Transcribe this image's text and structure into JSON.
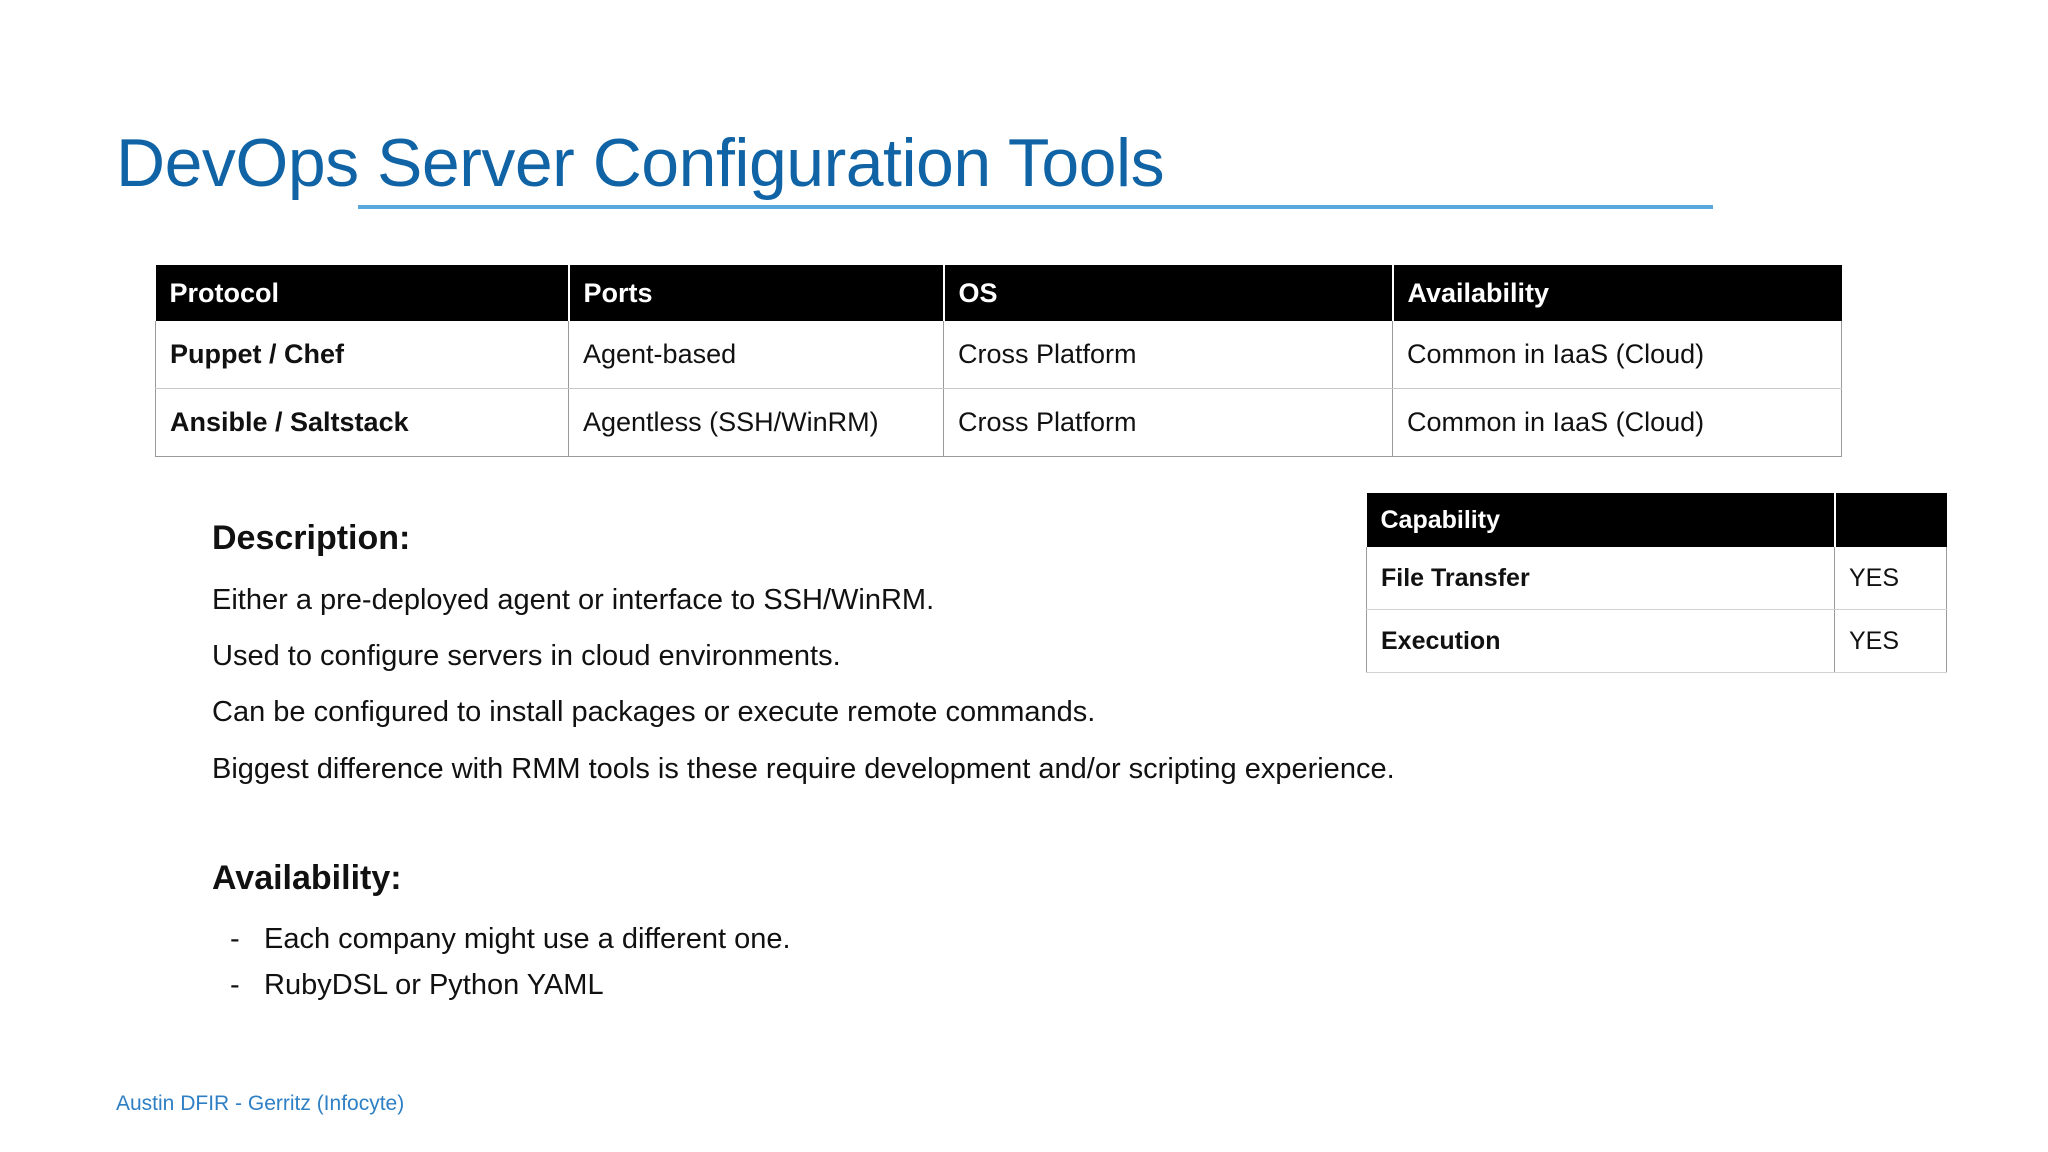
{
  "slide": {
    "title": "DevOps Server Configuration Tools",
    "accent_color": "#1063A4",
    "rule_color": "#5BA9DC",
    "footer": "Austin DFIR - Gerritz (Infocyte)"
  },
  "main_table": {
    "headers": [
      "Protocol",
      "Ports",
      "OS",
      "Availability"
    ],
    "rows": [
      {
        "protocol": "Puppet / Chef",
        "ports": "Agent-based",
        "os": "Cross Platform",
        "availability": "Common in IaaS (Cloud)"
      },
      {
        "protocol": "Ansible / Saltstack",
        "ports": "Agentless (SSH/WinRM)",
        "os": "Cross Platform",
        "availability": "Common in IaaS (Cloud)"
      }
    ]
  },
  "description": {
    "heading": "Description:",
    "lines": [
      "Either a pre-deployed agent or interface to SSH/WinRM.",
      "Used to configure servers in cloud environments.",
      "Can be configured to install packages or execute remote commands.",
      "Biggest difference with RMM tools is these require development and/or scripting experience."
    ]
  },
  "availability": {
    "heading": "Availability:",
    "bullet_marker": "-",
    "items": [
      "Each company might use a different one.",
      "RubyDSL or Python YAML"
    ]
  },
  "capability_table": {
    "headers": [
      "Capability",
      ""
    ],
    "rows": [
      {
        "name": "File Transfer",
        "value": "YES"
      },
      {
        "name": "Execution",
        "value": "YES"
      }
    ]
  }
}
